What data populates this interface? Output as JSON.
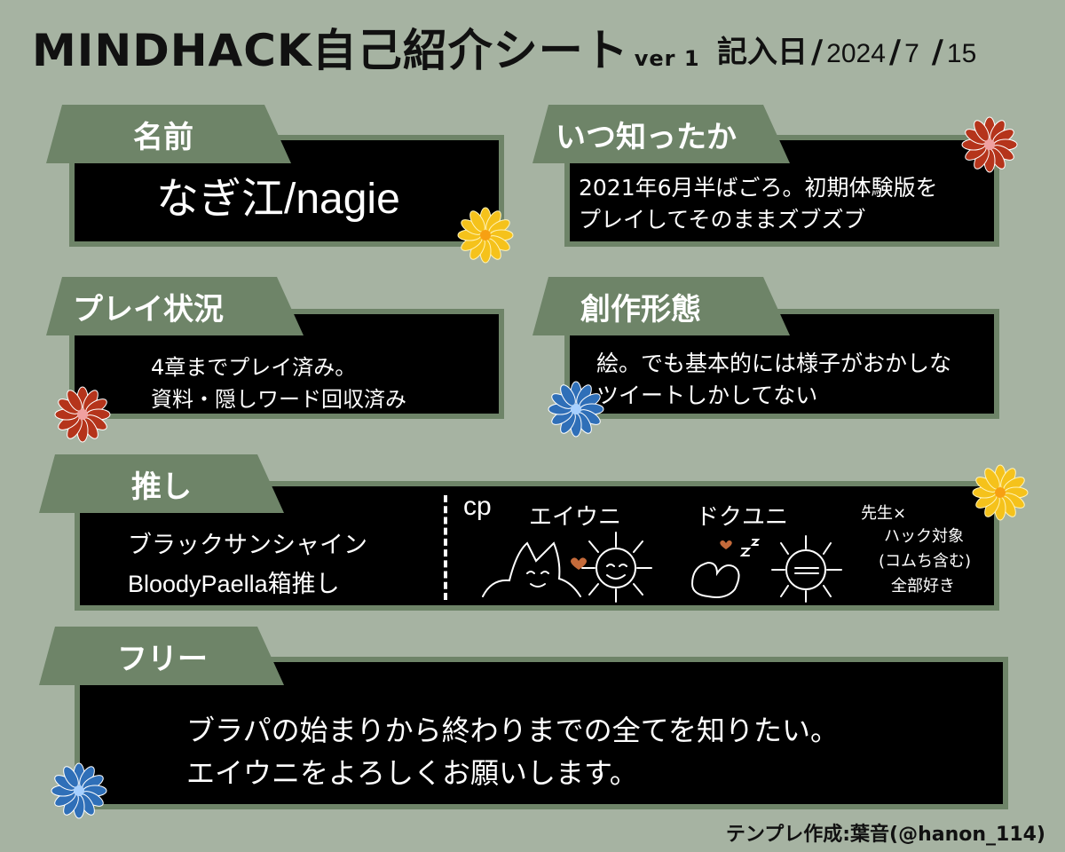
{
  "header": {
    "title": "MINDHACK自己紹介シート",
    "version": "ver 1",
    "date_label": "記入日",
    "date_year": "2024",
    "date_month": "7",
    "date_day": "15"
  },
  "sections": {
    "name": {
      "label": "名前",
      "value": "なぎ江/nagie"
    },
    "when_known": {
      "label": "いつ知ったか",
      "line1": "2021年6月半ばごろ。初期体験版を",
      "line2": "プレイしてそのままズブズブ"
    },
    "play_status": {
      "label": "プレイ状況",
      "line1": "4章までプレイ済み。",
      "line2": "資料・隠しワード回収済み"
    },
    "creation": {
      "label": "創作形態",
      "line1": "絵。でも基本的には様子がおかしな",
      "line2": "ツイートしかしてない"
    },
    "oshi": {
      "label": "推し",
      "line1": "ブラックサンシャイン",
      "line2": "BloodyPaella箱推し",
      "cp_label": "cp",
      "cp1": "エイウニ",
      "cp2": "ドクユニ",
      "note1": "先生×",
      "note2": "ハック対象",
      "note3": "(コムち含む)",
      "note4": "全部好き"
    },
    "free": {
      "label": "フリー",
      "line1": "ブラパの始まりから終わりまでの全てを知りたい。",
      "line2": "エイウニをよろしくお願いします。"
    }
  },
  "footer": {
    "credit": "テンプレ作成:葉音(@hanon_114)"
  },
  "colors": {
    "background": "#a6b3a2",
    "tab": "#6e8468",
    "panel": "#000000",
    "flower_yellow": "#f5c21b",
    "flower_red": "#b5341b",
    "flower_blue": "#2f6fb8"
  },
  "icons": [
    "flower-icon",
    "flower-icon",
    "flower-icon",
    "flower-icon",
    "flower-icon",
    "flower-icon",
    "character-doodle-icon"
  ]
}
